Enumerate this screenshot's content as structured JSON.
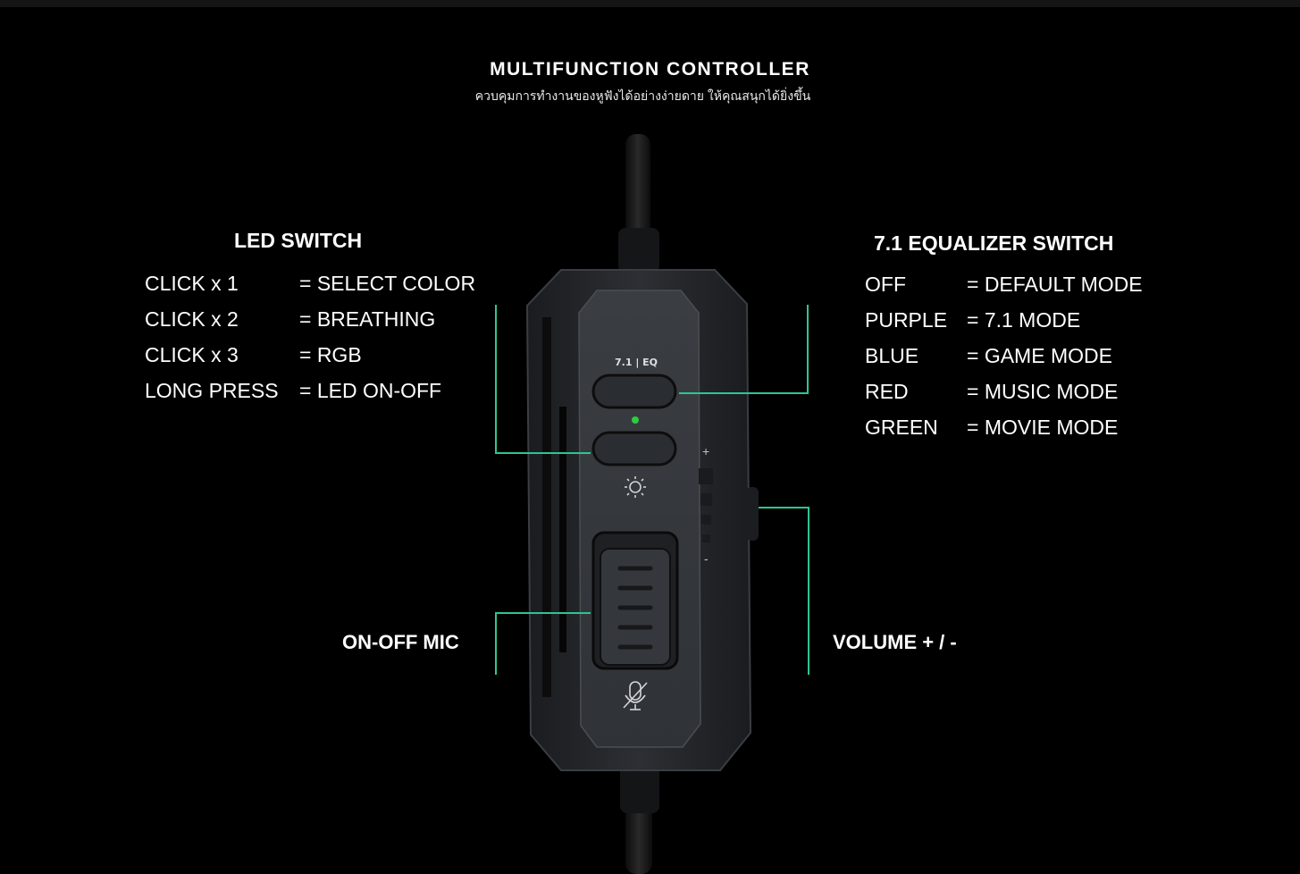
{
  "header": {
    "title": "MULTIFUNCTION CONTROLLER",
    "subtitle": "ควบคุมการทำงานของหูฟังได้อย่างง่ายดาย ให้คุณสนุกได้ยิ่งขึ้น"
  },
  "led_switch": {
    "title": "LED SWITCH",
    "rows": [
      {
        "key": "CLICK x 1",
        "value": "= SELECT COLOR"
      },
      {
        "key": "CLICK x 2",
        "value": "= BREATHING"
      },
      {
        "key": "CLICK x 3",
        "value": "= RGB"
      },
      {
        "key": "LONG PRESS",
        "value": "= LED ON-OFF"
      }
    ]
  },
  "equalizer_switch": {
    "title": "7.1 EQUALIZER SWITCH",
    "rows": [
      {
        "key": "OFF",
        "value": "= DEFAULT MODE"
      },
      {
        "key": "PURPLE",
        "value": "= 7.1 MODE"
      },
      {
        "key": "BLUE",
        "value": "= GAME MODE"
      },
      {
        "key": "RED",
        "value": "= MUSIC MODE"
      },
      {
        "key": "GREEN",
        "value": "= MOVIE MODE"
      }
    ]
  },
  "callouts": {
    "mic": "ON-OFF MIC",
    "volume": "VOLUME + / -"
  },
  "device": {
    "eq_label": "7.1 | EQ",
    "volume_plus": "+",
    "volume_minus": "-",
    "led_indicator_color": "#2ecc40",
    "callout_line_color": "#2ec58f"
  }
}
